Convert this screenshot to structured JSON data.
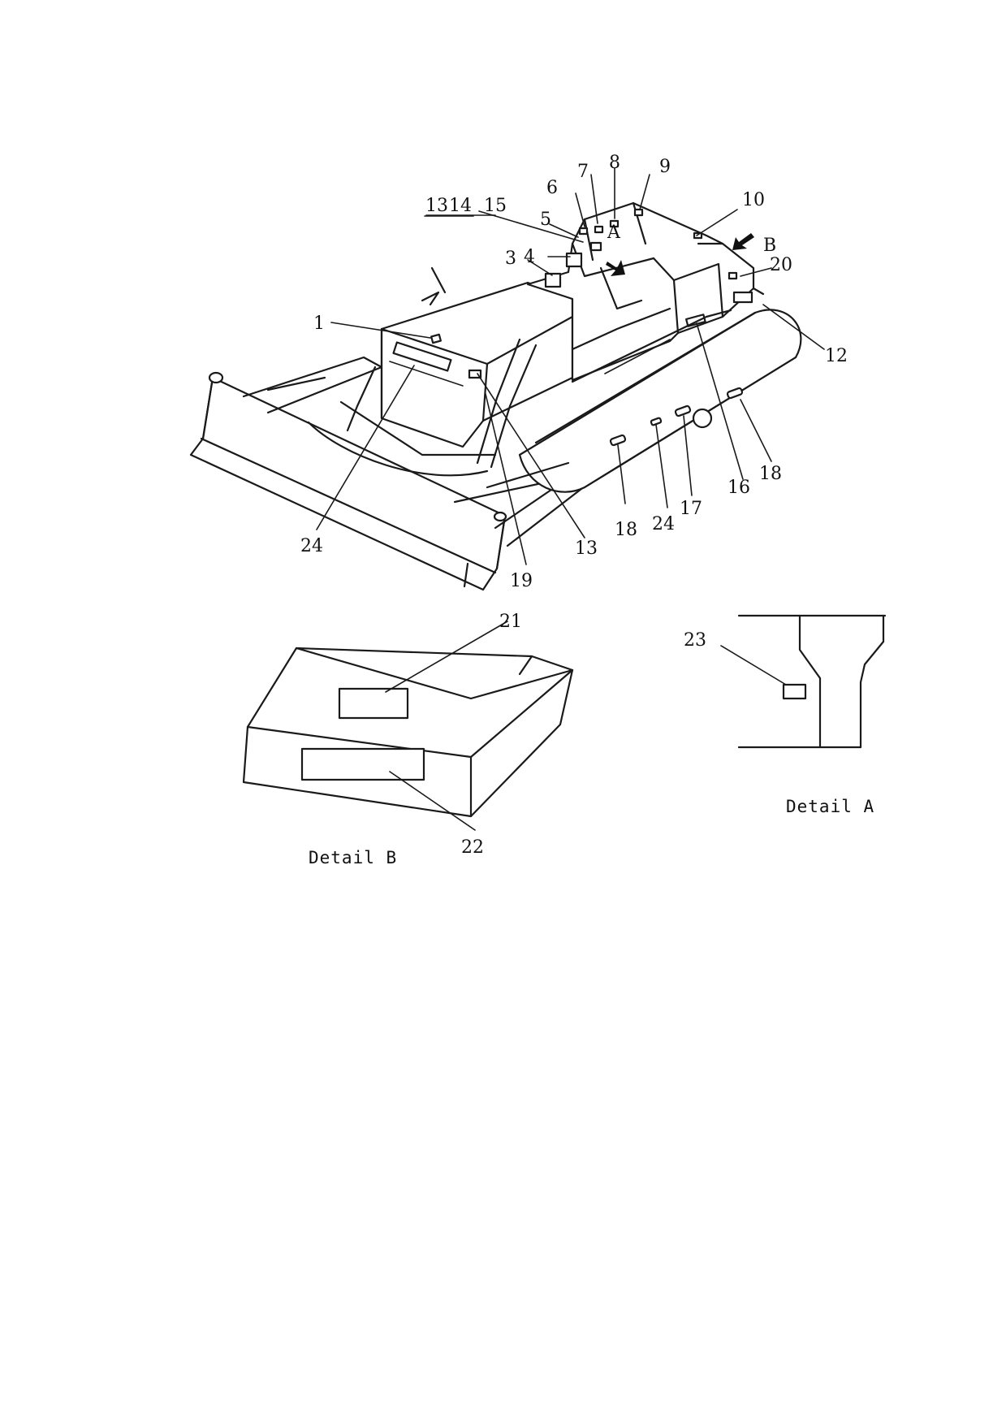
{
  "callouts": {
    "c1": "1",
    "c3": "3",
    "c4": "4",
    "c5": "5",
    "c6": "6",
    "c7": "7",
    "c8": "8",
    "c9": "9",
    "c10": "10",
    "c12": "12",
    "c13_top": "13",
    "c14_top": "14",
    "c15": "15",
    "c13": "13",
    "c16": "16",
    "c17": "17",
    "c18_left": "18",
    "c18_right": "18",
    "c19": "19",
    "c20": "20",
    "c21": "21",
    "c22": "22",
    "c23": "23",
    "c24_left": "24",
    "c24_mid": "24"
  },
  "markers": {
    "a": "A",
    "b": "B"
  },
  "captions": {
    "detail_a": "Detail A",
    "detail_b": "Detail B"
  },
  "colors": {
    "ink": "#1a1a1a",
    "paper": "#ffffff"
  }
}
